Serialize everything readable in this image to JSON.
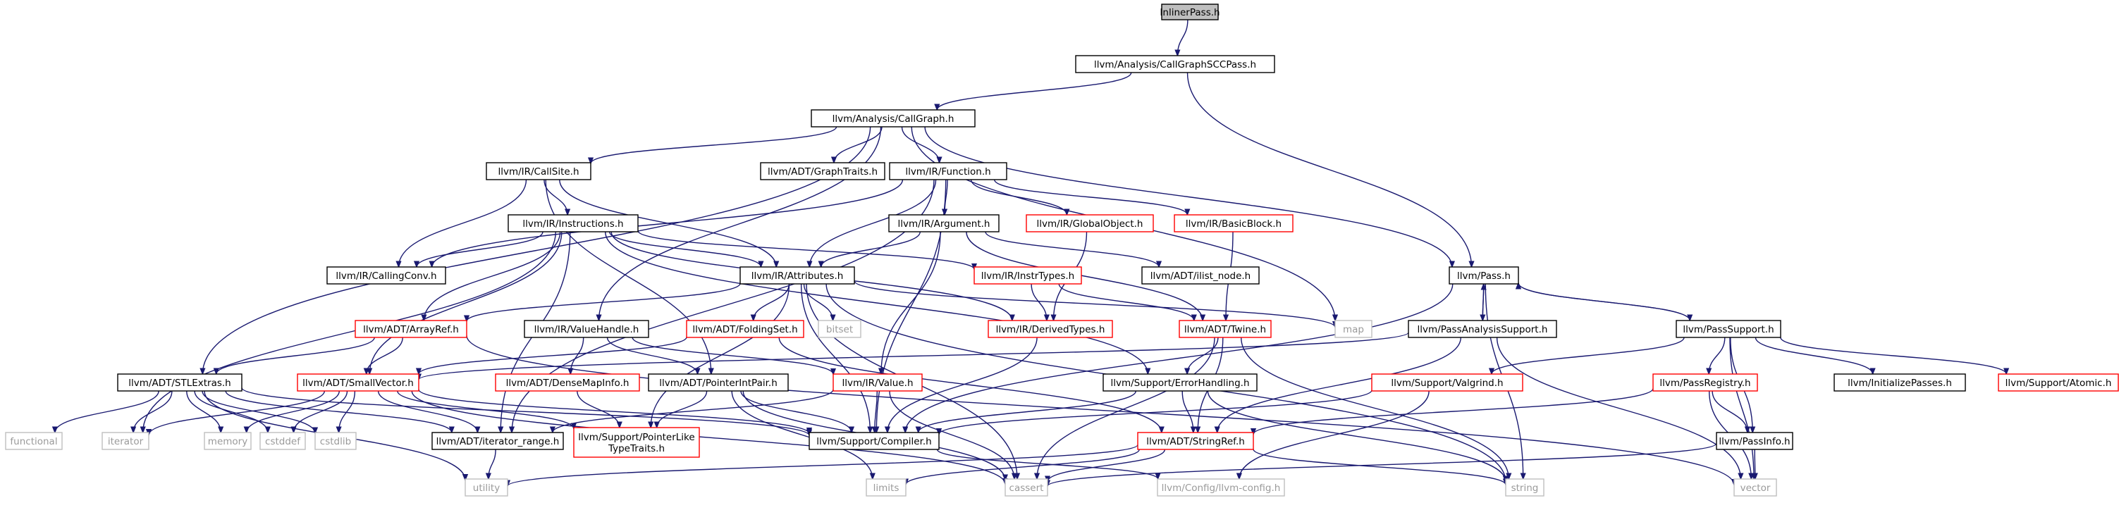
{
  "graph": {
    "colors": {
      "edge": "#191970",
      "root_fill": "#bfbfbf",
      "border_documented": "#000000",
      "border_undocumented": "#ff0000",
      "border_system": "#bfbfbf",
      "text_system": "#9a9a9a",
      "text": "#000000"
    },
    "nodes": [
      {
        "id": "inliner",
        "label": "InlinerPass.h",
        "kind": "root"
      },
      {
        "id": "cgscc",
        "label": "llvm/Analysis/CallGraphSCCPass.h",
        "kind": "doc"
      },
      {
        "id": "callgraph",
        "label": "llvm/Analysis/CallGraph.h",
        "kind": "doc"
      },
      {
        "id": "callsite",
        "label": "llvm/IR/CallSite.h",
        "kind": "doc"
      },
      {
        "id": "graphtraits",
        "label": "llvm/ADT/GraphTraits.h",
        "kind": "doc"
      },
      {
        "id": "function",
        "label": "llvm/IR/Function.h",
        "kind": "doc"
      },
      {
        "id": "instructions",
        "label": "llvm/IR/Instructions.h",
        "kind": "doc"
      },
      {
        "id": "argument",
        "label": "llvm/IR/Argument.h",
        "kind": "doc"
      },
      {
        "id": "globalobject",
        "label": "llvm/IR/GlobalObject.h",
        "kind": "undoc"
      },
      {
        "id": "basicblock",
        "label": "llvm/IR/BasicBlock.h",
        "kind": "undoc"
      },
      {
        "id": "pass",
        "label": "llvm/Pass.h",
        "kind": "doc"
      },
      {
        "id": "callingconv",
        "label": "llvm/IR/CallingConv.h",
        "kind": "doc"
      },
      {
        "id": "attributes",
        "label": "llvm/IR/Attributes.h",
        "kind": "doc"
      },
      {
        "id": "instrtypes",
        "label": "llvm/IR/InstrTypes.h",
        "kind": "undoc"
      },
      {
        "id": "ilistnode",
        "label": "llvm/ADT/ilist_node.h",
        "kind": "doc"
      },
      {
        "id": "arrayref",
        "label": "llvm/ADT/ArrayRef.h",
        "kind": "undoc"
      },
      {
        "id": "valuehandle",
        "label": "llvm/IR/ValueHandle.h",
        "kind": "doc"
      },
      {
        "id": "foldingset",
        "label": "llvm/ADT/FoldingSet.h",
        "kind": "undoc"
      },
      {
        "id": "bitset",
        "label": "bitset",
        "kind": "sys"
      },
      {
        "id": "derivedtypes",
        "label": "llvm/IR/DerivedTypes.h",
        "kind": "undoc"
      },
      {
        "id": "twine",
        "label": "llvm/ADT/Twine.h",
        "kind": "undoc"
      },
      {
        "id": "map",
        "label": "map",
        "kind": "sys"
      },
      {
        "id": "passanalysis",
        "label": "llvm/PassAnalysisSupport.h",
        "kind": "doc"
      },
      {
        "id": "passsupport",
        "label": "llvm/PassSupport.h",
        "kind": "doc"
      },
      {
        "id": "stlextras",
        "label": "llvm/ADT/STLExtras.h",
        "kind": "doc"
      },
      {
        "id": "smallvector",
        "label": "llvm/ADT/SmallVector.h",
        "kind": "undoc"
      },
      {
        "id": "densemapinfo",
        "label": "llvm/ADT/DenseMapInfo.h",
        "kind": "undoc"
      },
      {
        "id": "pointerintpair",
        "label": "llvm/ADT/PointerIntPair.h",
        "kind": "doc"
      },
      {
        "id": "value",
        "label": "llvm/IR/Value.h",
        "kind": "undoc"
      },
      {
        "id": "errorhandling",
        "label": "llvm/Support/ErrorHandling.h",
        "kind": "doc"
      },
      {
        "id": "valgrind",
        "label": "llvm/Support/Valgrind.h",
        "kind": "undoc"
      },
      {
        "id": "passregistry",
        "label": "llvm/PassRegistry.h",
        "kind": "undoc"
      },
      {
        "id": "initializepasses",
        "label": "llvm/InitializePasses.h",
        "kind": "doc"
      },
      {
        "id": "atomic",
        "label": "llvm/Support/Atomic.h",
        "kind": "undoc"
      },
      {
        "id": "functional",
        "label": "functional",
        "kind": "sys"
      },
      {
        "id": "iterator",
        "label": "iterator",
        "kind": "sys"
      },
      {
        "id": "memory",
        "label": "memory",
        "kind": "sys"
      },
      {
        "id": "cstddef",
        "label": "cstddef",
        "kind": "sys"
      },
      {
        "id": "cstdlib",
        "label": "cstdlib",
        "kind": "sys"
      },
      {
        "id": "iteratorrange",
        "label": "llvm/ADT/iterator_range.h",
        "kind": "doc"
      },
      {
        "id": "pointerlike",
        "label": "llvm/Support/PointerLike\nTypeTraits.h",
        "kind": "undoc"
      },
      {
        "id": "compiler",
        "label": "llvm/Support/Compiler.h",
        "kind": "doc"
      },
      {
        "id": "stringref",
        "label": "llvm/ADT/StringRef.h",
        "kind": "undoc"
      },
      {
        "id": "passinfo",
        "label": "llvm/PassInfo.h",
        "kind": "doc"
      },
      {
        "id": "utility",
        "label": "utility",
        "kind": "sys"
      },
      {
        "id": "limits",
        "label": "limits",
        "kind": "sys"
      },
      {
        "id": "cassert",
        "label": "cassert",
        "kind": "sys"
      },
      {
        "id": "llvmconfig",
        "label": "llvm/Config/llvm-config.h",
        "kind": "sys"
      },
      {
        "id": "string",
        "label": "string",
        "kind": "sys"
      },
      {
        "id": "vector",
        "label": "vector",
        "kind": "sys"
      }
    ],
    "edges": [
      [
        "inliner",
        "cgscc"
      ],
      [
        "cgscc",
        "callgraph"
      ],
      [
        "cgscc",
        "pass"
      ],
      [
        "callgraph",
        "callsite"
      ],
      [
        "callgraph",
        "graphtraits"
      ],
      [
        "callgraph",
        "function"
      ],
      [
        "callgraph",
        "pass"
      ],
      [
        "callgraph",
        "stlextras"
      ],
      [
        "callgraph",
        "valuehandle"
      ],
      [
        "callgraph",
        "map"
      ],
      [
        "callsite",
        "instructions"
      ],
      [
        "callsite",
        "attributes"
      ],
      [
        "callsite",
        "callingconv"
      ],
      [
        "callsite",
        "pointerintpair"
      ],
      [
        "function",
        "argument"
      ],
      [
        "function",
        "globalobject"
      ],
      [
        "function",
        "basicblock"
      ],
      [
        "function",
        "attributes"
      ],
      [
        "function",
        "callingconv"
      ],
      [
        "function",
        "compiler"
      ],
      [
        "function",
        "iteratorrange"
      ],
      [
        "instructions",
        "callingconv"
      ],
      [
        "instructions",
        "attributes"
      ],
      [
        "instructions",
        "instrtypes"
      ],
      [
        "instructions",
        "arrayref"
      ],
      [
        "instructions",
        "smallvector"
      ],
      [
        "instructions",
        "derivedtypes"
      ],
      [
        "instructions",
        "errorhandling"
      ],
      [
        "instructions",
        "iterator"
      ],
      [
        "instructions",
        "iteratorrange"
      ],
      [
        "argument",
        "attributes"
      ],
      [
        "argument",
        "ilistnode"
      ],
      [
        "argument",
        "value"
      ],
      [
        "argument",
        "twine"
      ],
      [
        "globalobject",
        "derivedtypes"
      ],
      [
        "basicblock",
        "twine"
      ],
      [
        "pass",
        "passanalysis"
      ],
      [
        "pass",
        "passsupport"
      ],
      [
        "pass",
        "compiler"
      ],
      [
        "pass",
        "string"
      ],
      [
        "passanalysis",
        "pass"
      ],
      [
        "passanalysis",
        "smallvector"
      ],
      [
        "passanalysis",
        "stringref"
      ],
      [
        "passanalysis",
        "vector"
      ],
      [
        "passsupport",
        "pass"
      ],
      [
        "passsupport",
        "passregistry"
      ],
      [
        "passsupport",
        "passinfo"
      ],
      [
        "passsupport",
        "initializepasses"
      ],
      [
        "passsupport",
        "atomic"
      ],
      [
        "passsupport",
        "valgrind"
      ],
      [
        "passsupport",
        "vector"
      ],
      [
        "attributes",
        "arrayref"
      ],
      [
        "attributes",
        "foldingset"
      ],
      [
        "attributes",
        "bitset"
      ],
      [
        "attributes",
        "map"
      ],
      [
        "attributes",
        "pointerlike"
      ],
      [
        "attributes",
        "compiler"
      ],
      [
        "attributes",
        "cassert"
      ],
      [
        "attributes",
        "string"
      ],
      [
        "instrtypes",
        "derivedtypes"
      ],
      [
        "instrtypes",
        "twine"
      ],
      [
        "arrayref",
        "stlextras"
      ],
      [
        "arrayref",
        "smallvector"
      ],
      [
        "arrayref",
        "vector"
      ],
      [
        "valuehandle",
        "densemapinfo"
      ],
      [
        "valuehandle",
        "pointerintpair"
      ],
      [
        "valuehandle",
        "value"
      ],
      [
        "foldingset",
        "smallvector"
      ],
      [
        "foldingset",
        "stringref"
      ],
      [
        "derivedtypes",
        "compiler"
      ],
      [
        "twine",
        "errorhandling"
      ],
      [
        "twine",
        "stringref"
      ],
      [
        "twine",
        "cassert"
      ],
      [
        "twine",
        "string"
      ],
      [
        "stlextras",
        "functional"
      ],
      [
        "stlextras",
        "iterator"
      ],
      [
        "stlextras",
        "memory"
      ],
      [
        "stlextras",
        "cstddef"
      ],
      [
        "stlextras",
        "cstdlib"
      ],
      [
        "stlextras",
        "iteratorrange"
      ],
      [
        "stlextras",
        "compiler"
      ],
      [
        "stlextras",
        "utility"
      ],
      [
        "smallvector",
        "iteratorrange"
      ],
      [
        "smallvector",
        "compiler"
      ],
      [
        "smallvector",
        "memory"
      ],
      [
        "smallvector",
        "cstddef"
      ],
      [
        "smallvector",
        "cstdlib"
      ],
      [
        "smallvector",
        "iterator"
      ],
      [
        "smallvector",
        "pointerlike"
      ],
      [
        "smallvector",
        "cassert"
      ],
      [
        "densemapinfo",
        "pointerlike"
      ],
      [
        "pointerintpair",
        "pointerlike"
      ],
      [
        "pointerintpair",
        "compiler"
      ],
      [
        "pointerintpair",
        "limits"
      ],
      [
        "pointerintpair",
        "cassert"
      ],
      [
        "value",
        "iteratorrange"
      ],
      [
        "value",
        "compiler"
      ],
      [
        "value",
        "cassert"
      ],
      [
        "errorhandling",
        "compiler"
      ],
      [
        "errorhandling",
        "stringref"
      ],
      [
        "errorhandling",
        "string"
      ],
      [
        "valgrind",
        "compiler"
      ],
      [
        "valgrind",
        "llvmconfig"
      ],
      [
        "passregistry",
        "stringref"
      ],
      [
        "passregistry",
        "passinfo"
      ],
      [
        "passregistry",
        "vector"
      ],
      [
        "passinfo",
        "cassert"
      ],
      [
        "passinfo",
        "vector"
      ],
      [
        "iteratorrange",
        "utility"
      ],
      [
        "compiler",
        "llvmconfig"
      ],
      [
        "stringref",
        "utility"
      ],
      [
        "stringref",
        "limits"
      ],
      [
        "stringref",
        "cassert"
      ],
      [
        "stringref",
        "string"
      ]
    ]
  }
}
